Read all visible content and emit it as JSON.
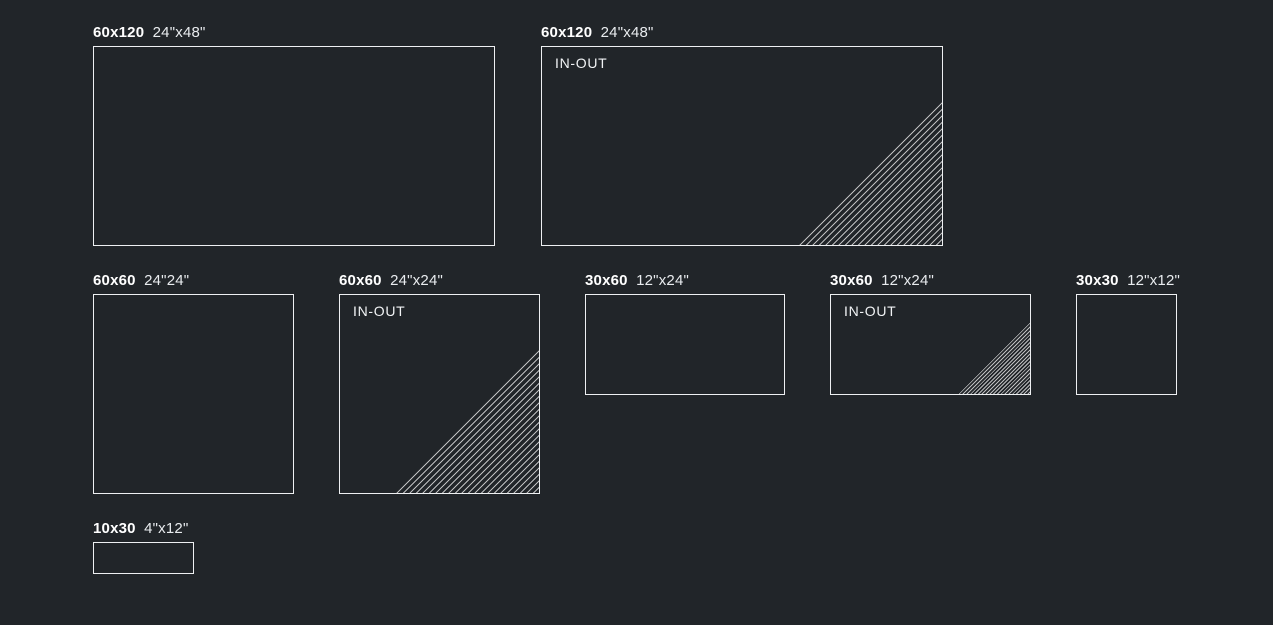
{
  "colors": {
    "background": "#212529",
    "outline": "#eef0f2",
    "label_text": "#f8f9fa",
    "hatch_lines": "#ffffff"
  },
  "tiles": [
    {
      "size": "60x120",
      "inches": "24\"x48\"",
      "variant": "plain"
    },
    {
      "size": "60x120",
      "inches": "24\"x48\"",
      "variant": "in-out",
      "overlay": "IN-OUT"
    },
    {
      "size": "60x60",
      "inches": "24\"24\"",
      "variant": "plain"
    },
    {
      "size": "60x60",
      "inches": "24\"x24\"",
      "variant": "in-out",
      "overlay": "IN-OUT"
    },
    {
      "size": "30x60",
      "inches": "12\"x24\"",
      "variant": "plain"
    },
    {
      "size": "30x60",
      "inches": "12\"x24\"",
      "variant": "in-out",
      "overlay": "IN-OUT"
    },
    {
      "size": "30x30",
      "inches": "12\"x12\"",
      "variant": "plain"
    },
    {
      "size": "10x30",
      "inches": "4\"x12\"",
      "variant": "plain"
    }
  ]
}
